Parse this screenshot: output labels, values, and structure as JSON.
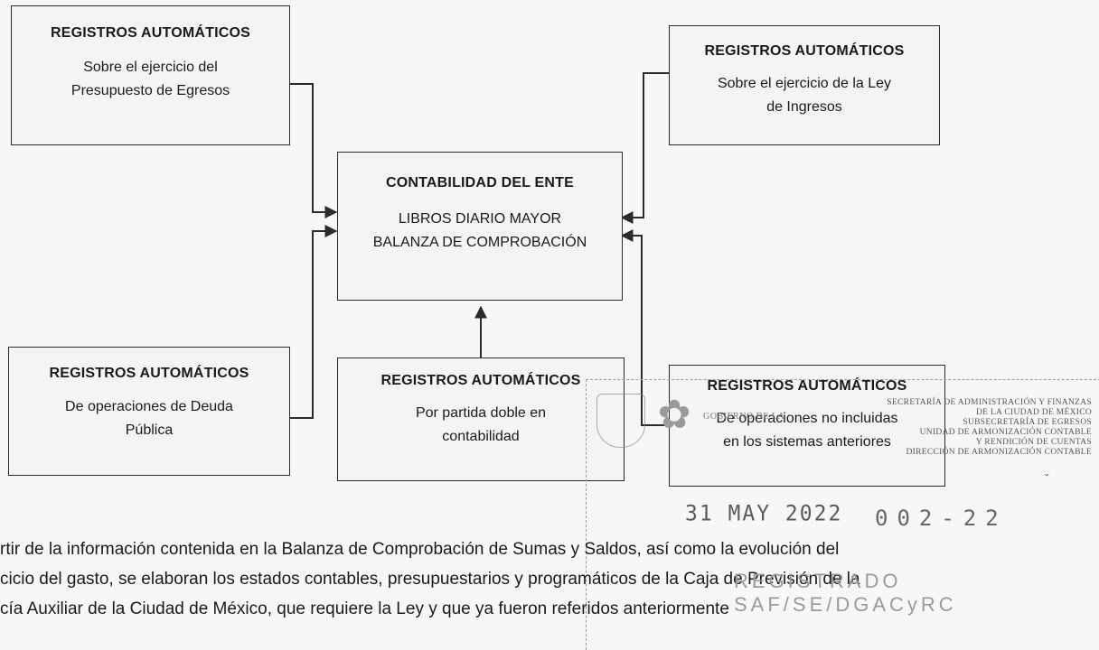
{
  "boxes": {
    "presupuesto": {
      "head": "REGISTROS AUTOMÁTICOS",
      "lines": [
        "Sobre el ejercicio del",
        "Presupuesto de Egresos"
      ]
    },
    "ingresos": {
      "head": "REGISTROS AUTOMÁTICOS",
      "lines": [
        "Sobre el ejercicio de la Ley",
        "de Ingresos"
      ]
    },
    "contabilidad": {
      "head": "CONTABILIDAD DEL ENTE",
      "lines": [
        "LIBROS DIARIO MAYOR",
        "BALANZA DE COMPROBACIÓN"
      ]
    },
    "deuda": {
      "head": "REGISTROS AUTOMÁTICOS",
      "lines": [
        "De operaciones de Deuda",
        "Pública"
      ]
    },
    "partida": {
      "head": "REGISTROS AUTOMÁTICOS",
      "lines": [
        "Por partida doble en",
        "contabilidad"
      ]
    },
    "otras": {
      "head": "REGISTROS AUTOMÁTICOS",
      "lines": [
        "De operaciones no incluidas",
        "en los sistemas anteriores"
      ]
    }
  },
  "stamp": {
    "gobierno": "GOBIERNO DE LA",
    "org_lines": [
      "SECRETARÍA DE ADMINISTRACIÓN Y FINANZAS",
      "DE LA CIUDAD DE MÉXICO",
      "SUBSECRETARÍA DE EGRESOS",
      "UNIDAD DE ARMONIZACIÓN CONTABLE",
      "Y RENDICIÓN DE CUENTAS",
      "DIRECCIÓN DE ARMONIZACIÓN CONTABLE"
    ],
    "date": "31 MAY 2022",
    "number": "002-22",
    "registered": "REGISTRADO SAF/SE/DGACyRC"
  },
  "paragraph": [
    "rtir de la información contenida en la Balanza de Comprobación de Sumas y Saldos, así como la evolución del",
    "cicio del gasto, se elaboran los estados contables, presupuestarios y programáticos de la Caja de Previsión de la",
    "cía Auxiliar de la Ciudad de México, que requiere la Ley y que ya fueron referidos anteriormente"
  ]
}
